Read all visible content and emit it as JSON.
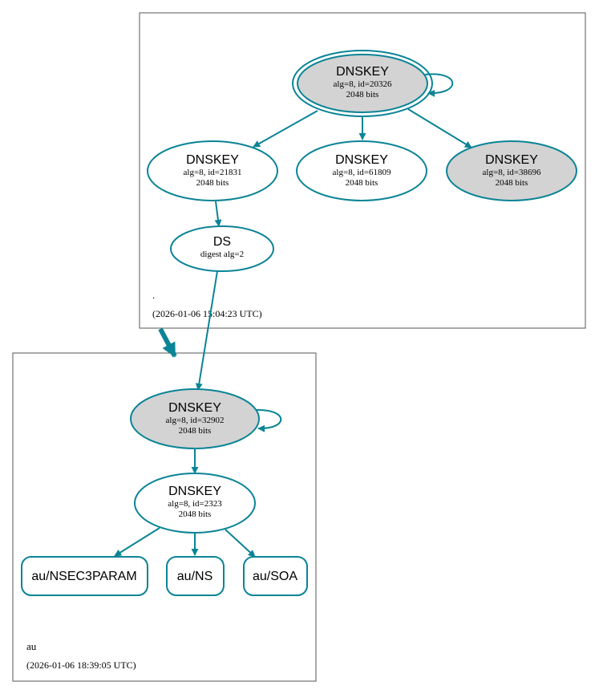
{
  "colors": {
    "edge": "#0a8496",
    "node_fill_gray": "#d3d3d3",
    "node_fill_white": "#ffffff",
    "zone_border": "#555555"
  },
  "zones": [
    {
      "id": "root",
      "label": ".",
      "timestamp": "(2026-01-06 15:04:23 UTC)"
    },
    {
      "id": "au",
      "label": "au",
      "timestamp": "(2026-01-06 18:39:05 UTC)"
    }
  ],
  "nodes": {
    "root_ksk": {
      "title": "DNSKEY",
      "line1": "alg=8, id=20326",
      "line2": "2048 bits",
      "fill": "gray",
      "style": "double",
      "self_loop": true
    },
    "root_zsk_21831": {
      "title": "DNSKEY",
      "line1": "alg=8, id=21831",
      "line2": "2048 bits",
      "fill": "white"
    },
    "root_zsk_61809": {
      "title": "DNSKEY",
      "line1": "alg=8, id=61809",
      "line2": "2048 bits",
      "fill": "white"
    },
    "root_key_38696": {
      "title": "DNSKEY",
      "line1": "alg=8, id=38696",
      "line2": "2048 bits",
      "fill": "gray"
    },
    "ds": {
      "title": "DS",
      "line1": "digest alg=2",
      "fill": "white"
    },
    "au_ksk": {
      "title": "DNSKEY",
      "line1": "alg=8, id=32902",
      "line2": "2048 bits",
      "fill": "gray",
      "self_loop": true
    },
    "au_zsk": {
      "title": "DNSKEY",
      "line1": "alg=8, id=2323",
      "line2": "2048 bits",
      "fill": "white"
    },
    "rr_nsec3param": {
      "title": "au/NSEC3PARAM"
    },
    "rr_ns": {
      "title": "au/NS"
    },
    "rr_soa": {
      "title": "au/SOA"
    }
  },
  "edges": [
    {
      "from": "root_ksk",
      "to": "root_zsk_21831"
    },
    {
      "from": "root_ksk",
      "to": "root_zsk_61809"
    },
    {
      "from": "root_ksk",
      "to": "root_key_38696"
    },
    {
      "from": "root_zsk_21831",
      "to": "ds"
    },
    {
      "from": "ds",
      "to": "au_ksk"
    },
    {
      "from": "root",
      "to": "au",
      "kind": "delegation"
    },
    {
      "from": "au_ksk",
      "to": "au_zsk"
    },
    {
      "from": "au_zsk",
      "to": "rr_nsec3param"
    },
    {
      "from": "au_zsk",
      "to": "rr_ns"
    },
    {
      "from": "au_zsk",
      "to": "rr_soa"
    }
  ]
}
